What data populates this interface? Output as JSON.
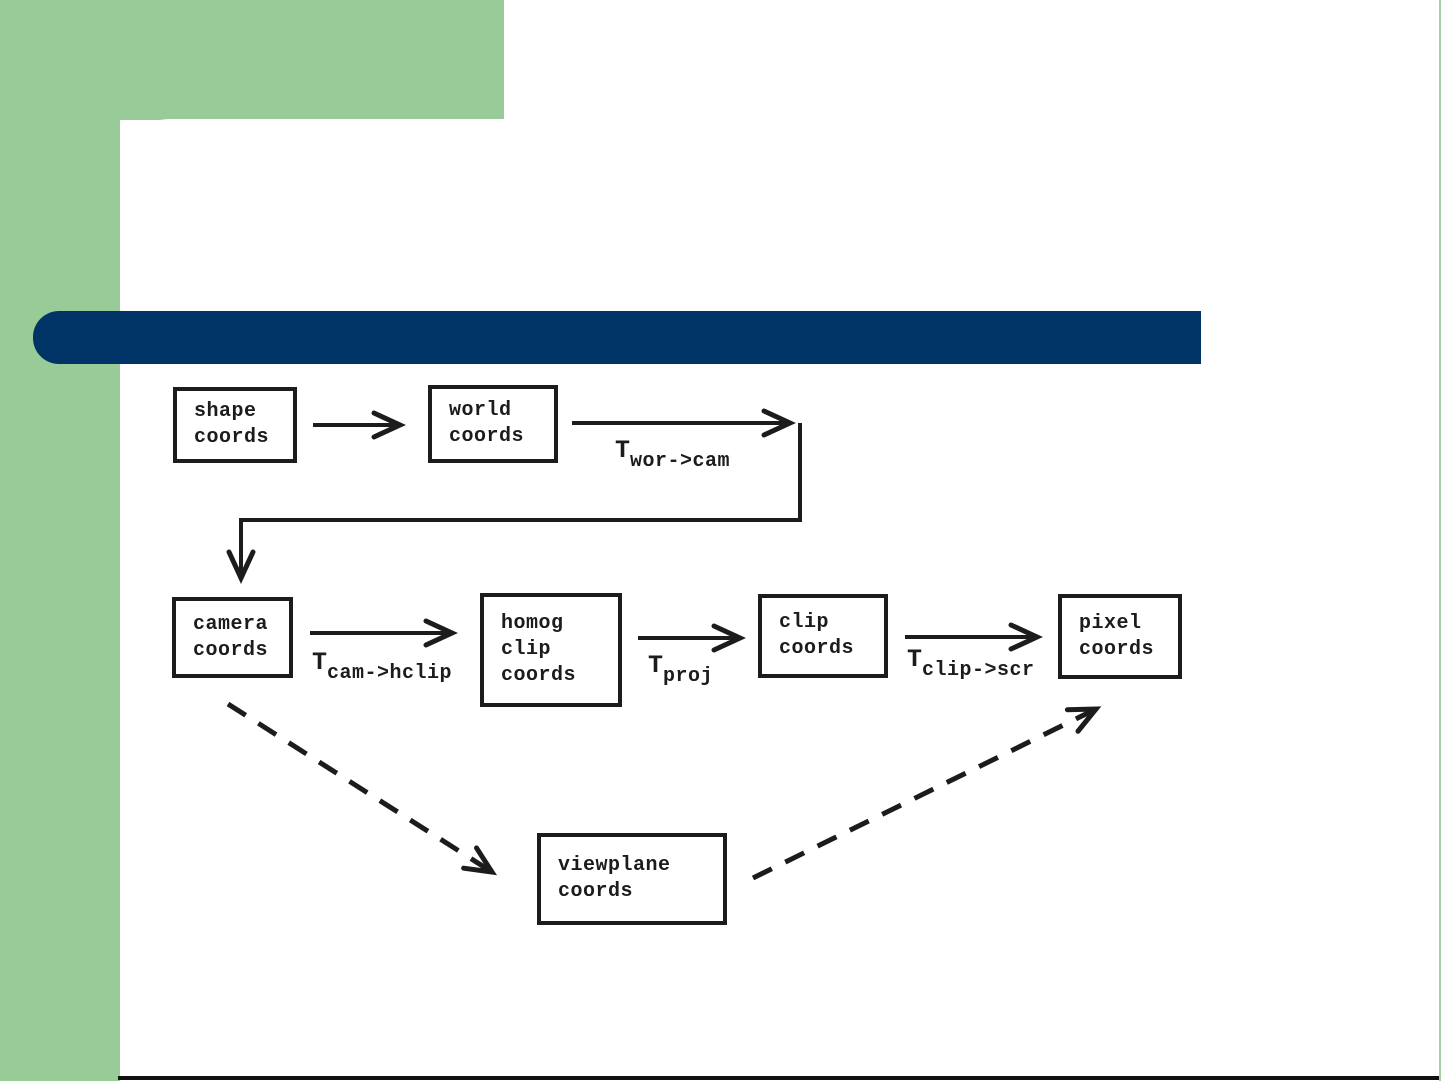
{
  "colors": {
    "accent_green": "#99cb99",
    "title_bar_navy": "#003366",
    "diagram_ink": "#1c1c1c",
    "slide_background": "#ffffff"
  },
  "diagram": {
    "nodes": [
      {
        "id": "shape",
        "label": "shape\ncoords"
      },
      {
        "id": "world",
        "label": "world\ncoords"
      },
      {
        "id": "camera",
        "label": "camera\ncoords"
      },
      {
        "id": "homog",
        "label": "homog\nclip\ncoords"
      },
      {
        "id": "clip",
        "label": "clip\ncoords"
      },
      {
        "id": "pixel",
        "label": "pixel\ncoords"
      },
      {
        "id": "viewplane",
        "label": "viewplane\ncoords"
      }
    ],
    "transforms": [
      {
        "base": "T",
        "sub": "wor->cam"
      },
      {
        "base": "T",
        "sub": "cam->hclip"
      },
      {
        "base": "T",
        "sub": "proj"
      },
      {
        "base": "T",
        "sub": "clip->scr"
      }
    ],
    "edges": [
      {
        "from": "shape",
        "to": "world",
        "style": "solid",
        "label": ""
      },
      {
        "from": "world",
        "to": "camera",
        "style": "solid",
        "label": "T wor->cam"
      },
      {
        "from": "camera",
        "to": "homog",
        "style": "solid",
        "label": "T cam->hclip"
      },
      {
        "from": "homog",
        "to": "clip",
        "style": "solid",
        "label": "T proj"
      },
      {
        "from": "clip",
        "to": "pixel",
        "style": "solid",
        "label": "T clip->scr"
      },
      {
        "from": "camera",
        "to": "viewplane",
        "style": "dashed",
        "label": ""
      },
      {
        "from": "viewplane",
        "to": "pixel",
        "style": "dashed",
        "label": ""
      }
    ]
  }
}
